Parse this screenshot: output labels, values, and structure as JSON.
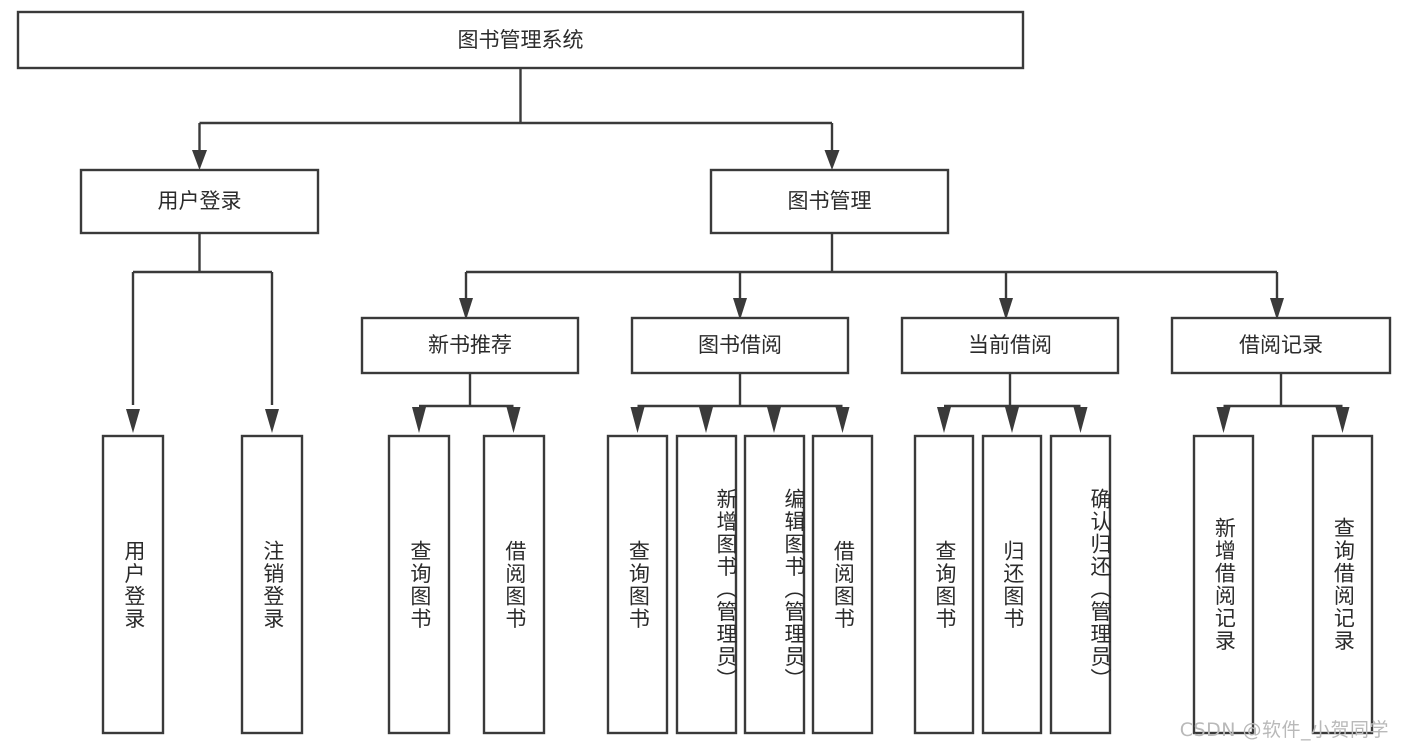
{
  "diagram": {
    "title": "图书管理系统",
    "type": "hierarchy-tree",
    "watermark": "CSDN @软件_小贺同学",
    "colors": {
      "stroke": "#3a3a3a",
      "fill": "#ffffff",
      "text": "#2b2b2b",
      "watermark": "#b9b9b9"
    },
    "root": {
      "id": "root",
      "label": "图书管理系统"
    },
    "level1": [
      {
        "id": "user-login",
        "label": "用户登录"
      },
      {
        "id": "book-management",
        "label": "图书管理"
      }
    ],
    "level2": [
      {
        "id": "new-book-recommend",
        "label": "新书推荐",
        "parent": "book-management"
      },
      {
        "id": "book-borrow",
        "label": "图书借阅",
        "parent": "book-management"
      },
      {
        "id": "current-borrow",
        "label": "当前借阅",
        "parent": "book-management"
      },
      {
        "id": "borrow-record",
        "label": "借阅记录",
        "parent": "book-management"
      }
    ],
    "leaves": [
      {
        "id": "leaf-user-login",
        "label": "用户登录",
        "parent": "user-login"
      },
      {
        "id": "leaf-logout",
        "label": "注销登录",
        "parent": "user-login"
      },
      {
        "id": "leaf-query-book-1",
        "label": "查询图书",
        "parent": "new-book-recommend"
      },
      {
        "id": "leaf-borrow-book-1",
        "label": "借阅图书",
        "parent": "new-book-recommend"
      },
      {
        "id": "leaf-query-book-2",
        "label": "查询图书",
        "parent": "book-borrow"
      },
      {
        "id": "leaf-add-book",
        "label": "新增图书（管理员）",
        "parent": "book-borrow"
      },
      {
        "id": "leaf-edit-book",
        "label": "编辑图书（管理员）",
        "parent": "book-borrow"
      },
      {
        "id": "leaf-borrow-book-2",
        "label": "借阅图书",
        "parent": "book-borrow"
      },
      {
        "id": "leaf-query-book-3",
        "label": "查询图书",
        "parent": "current-borrow"
      },
      {
        "id": "leaf-return-book",
        "label": "归还图书",
        "parent": "current-borrow"
      },
      {
        "id": "leaf-confirm-return",
        "label": "确认归还（管理员）",
        "parent": "current-borrow"
      },
      {
        "id": "leaf-add-record",
        "label": "新增借阅记录",
        "parent": "borrow-record"
      },
      {
        "id": "leaf-query-record",
        "label": "查询借阅记录",
        "parent": "borrow-record"
      }
    ]
  }
}
